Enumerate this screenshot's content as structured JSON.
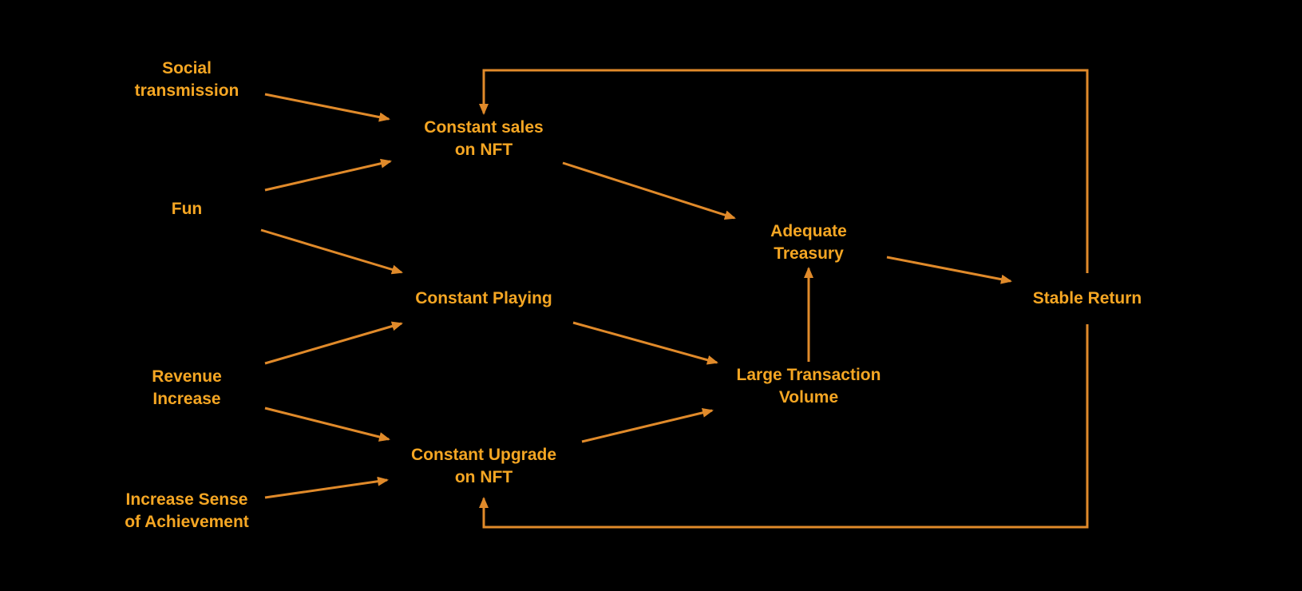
{
  "colors": {
    "background": "#000000",
    "text": "#F5A623",
    "arrow": "#E08A2A"
  },
  "nodes": {
    "social": [
      "Social",
      "transmission"
    ],
    "fun": [
      "Fun"
    ],
    "revenue": [
      "Revenue",
      "Increase"
    ],
    "achievement": [
      "Increase Sense",
      "of Achievement"
    ],
    "sales": [
      "Constant sales",
      "on NFT"
    ],
    "playing": [
      "Constant Playing"
    ],
    "upgrade": [
      "Constant Upgrade",
      "on NFT"
    ],
    "treasury": [
      "Adequate",
      "Treasury"
    ],
    "volume": [
      "Large Transaction",
      "Volume"
    ],
    "stable": [
      "Stable Return"
    ]
  },
  "edges": [
    {
      "from": "social",
      "to": "sales"
    },
    {
      "from": "fun",
      "to": "sales"
    },
    {
      "from": "fun",
      "to": "playing"
    },
    {
      "from": "revenue",
      "to": "playing"
    },
    {
      "from": "revenue",
      "to": "upgrade"
    },
    {
      "from": "achievement",
      "to": "upgrade"
    },
    {
      "from": "sales",
      "to": "treasury"
    },
    {
      "from": "playing",
      "to": "volume"
    },
    {
      "from": "upgrade",
      "to": "volume"
    },
    {
      "from": "volume",
      "to": "treasury"
    },
    {
      "from": "treasury",
      "to": "stable"
    },
    {
      "from": "stable",
      "to": "sales",
      "route": "feedback-top"
    },
    {
      "from": "stable",
      "to": "upgrade",
      "route": "feedback-bottom"
    }
  ]
}
